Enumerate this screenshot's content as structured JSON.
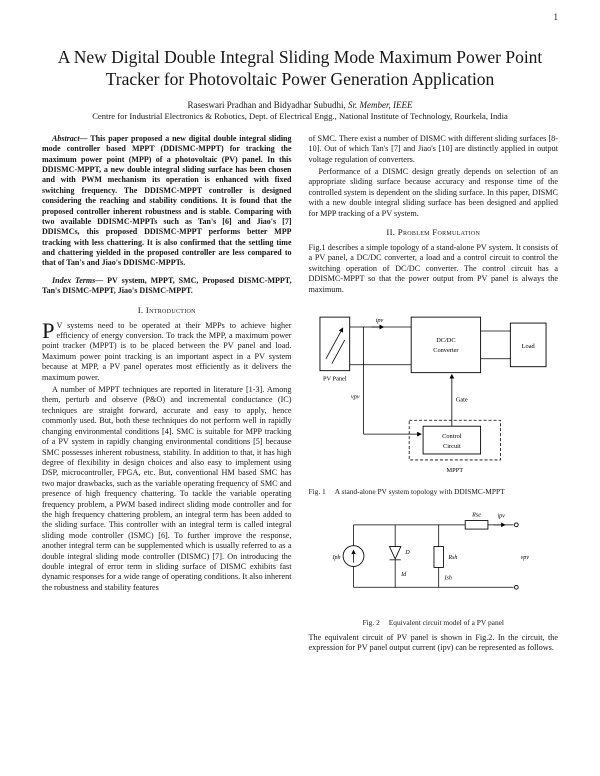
{
  "page": {
    "number": "1"
  },
  "header": {
    "title": "A New Digital Double Integral Sliding Mode Maximum Power Point Tracker for Photovoltaic Power Generation Application",
    "authors_names": "Raseswari Pradhan and Bidyadhar Subudhi, ",
    "authors_title": "Sr. Member, IEEE",
    "affiliation": "Centre for Industrial Electronics & Robotics, Dept. of Electrical Engg., National Institute of Technology, Rourkela, India"
  },
  "abstract": {
    "label": "Abstract—",
    "text": "This paper proposed a new digital double integral sliding mode controller based MPPT (DDISMC-MPPT) for tracking the maximum power point (MPP) of a photovoltaic (PV) panel. In this DDISMC-MPPT, a new double integral sliding surface has been chosen and with PWM mechanism its operation is enhanced with fixed switching frequency. The DDISMC-MPPT controller is designed considering the reaching and stability conditions. It is found that the proposed controller inherent robustness and is stable. Comparing with two available DDISMC-MPPTs such as Tan's [6] and Jiao's [7] DDISMCs, this proposed DDISMC-MPPT performs better MPP tracking with less chattering. It is also confirmed that the settling time and chattering yielded in the proposed controller are less compared to that of Tan's and Jiao's DDISMC-MPPTs."
  },
  "index_terms": {
    "label": "Index Terms—",
    "text": "PV system, MPPT, SMC, Proposed DISMC-MPPT, Tan's DISMC-MPPT, Jiao's DISMC-MPPT."
  },
  "intro": {
    "heading": "I. Introduction",
    "dropcap": "P",
    "p1_rest": "V systems need to be operated at their MPPs to achieve higher efficiency of energy conversion. To track the MPP, a maximum power point tracker (MPPT) is to be placed between the PV panel and load. Maximum power point tracking is an important aspect in a PV system because at MPP, a PV panel operates most efficiently as it delivers the maximum power.",
    "p2": "A number of MPPT techniques are reported in literature [1-3]. Among them, perturb and observe (P&O) and incremental conductance (IC) techniques are straight forward, accurate and easy to apply, hence commonly used. But, both these techniques do not perform well in rapidly changing environmental conditions [4]. SMC is suitable for MPP tracking of a PV system in rapidly changing environmental conditions [5] because SMC possesses inherent robustness, stability. In addition to that, it has high degree of flexibility in design choices and also easy to implement using DSP, microcontroller, FPGA, etc. But, conventional HM based SMC has two major drawbacks, such as the variable operating frequency of SMC and presence of high frequency chattering. To tackle the variable operating frequency problem, a PWM based indirect sliding mode controller and for the high frequency chattering problem, an integral term has been added to the sliding surface. This controller with an integral term is called integral sliding mode controller (ISMC) [6]. To further improve the response, another integral term can be supplemented which is usually referred to as a double integral sliding mode controller (DISMC) [7]. On introducing the double integral of error term in sliding surface of DISMC exhibits fast dynamic responses for a wide range of operating conditions. It also inherent the robustness and stability features"
  },
  "col2": {
    "p1": "of SMC. There exist a number of DISMC with different sliding surfaces [8-10]. Out of which Tan's [7] and Jiao's [10] are distinctly applied in output voltage regulation of converters.",
    "p2": "Performance of a DISMC design greatly depends on selection of an appropriate sliding surface because accuracy and response time of the controlled system is dependent on the sliding surface. In this paper, DISMC with a new double integral sliding surface has been designed and applied for MPP tracking of a PV system.",
    "heading": "II. Problem Formulation",
    "p3": "Fig.1 describes a simple topology of a stand-alone PV system. It consists of a PV panel, a DC/DC converter, a load and a control circuit to control the switching operation of DC/DC converter. The control circuit has a DDISMC-MPPT so that the power output from PV panel is always the maximum.",
    "p4": "The equivalent circuit of PV panel is shown in Fig.2. In the circuit, the expression for PV panel output current (ipv) can be represented as follows."
  },
  "fig1": {
    "label": "Fig. 1",
    "caption": "A stand-alone PV system topology with DDISMC-MPPT",
    "labels": {
      "pv_panel": "PV Panel",
      "converter_l1": "DC/DC",
      "converter_l2": "Converter",
      "load": "Load",
      "gate": "Gate",
      "control_l1": "Control",
      "control_l2": "Circuit",
      "mppt": "MPPT",
      "vpv": "vpv",
      "ipv": "ipv"
    }
  },
  "fig2": {
    "label": "Fig. 2",
    "caption": "Equivalent circuit model of a PV panel",
    "labels": {
      "iph": "Iph",
      "d": "D",
      "id": "Id",
      "rsh": "Rsh",
      "ish": "Ish",
      "rse": "Rse",
      "ipv": "ipv",
      "vpv": "vpv"
    }
  }
}
